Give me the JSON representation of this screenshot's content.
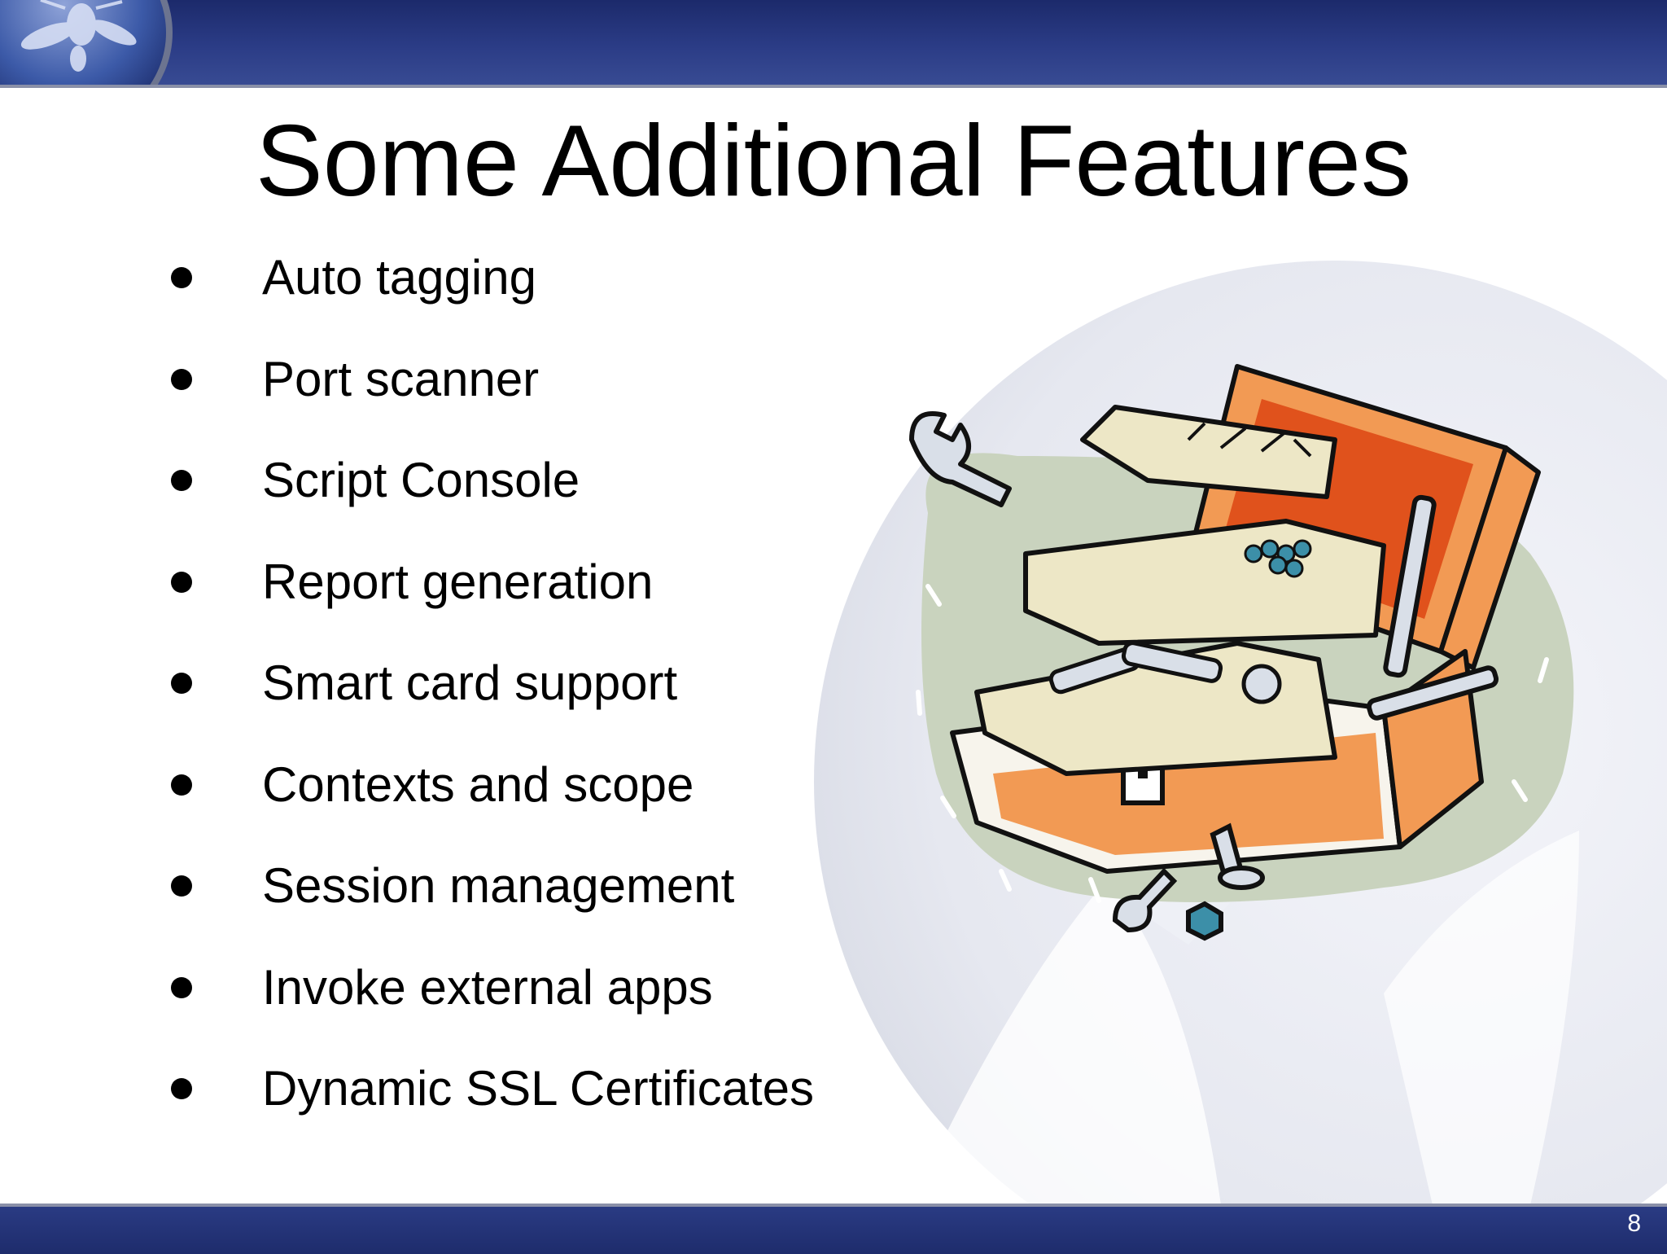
{
  "slide": {
    "title": "Some Additional Features",
    "page_number": "8",
    "bullets": [
      "Auto tagging",
      "Port scanner",
      "Script Console",
      "Report generation",
      "Smart card support",
      "Contexts and scope",
      "Session management",
      "Invoke external apps",
      "Dynamic SSL Certificates"
    ],
    "colors": {
      "header_bar": "#1c2a6b",
      "footer_bar": "#1e2c6c",
      "toolbox_orange": "#f29a54",
      "toolbox_red": "#e0521c",
      "tray_cream": "#ede7c6",
      "backdrop_green": "#c9d3be",
      "watermark_gray": "#e8e9ef"
    },
    "icons": {
      "logo": "wasp-logo-icon",
      "illustration": "toolbox-icon"
    }
  }
}
